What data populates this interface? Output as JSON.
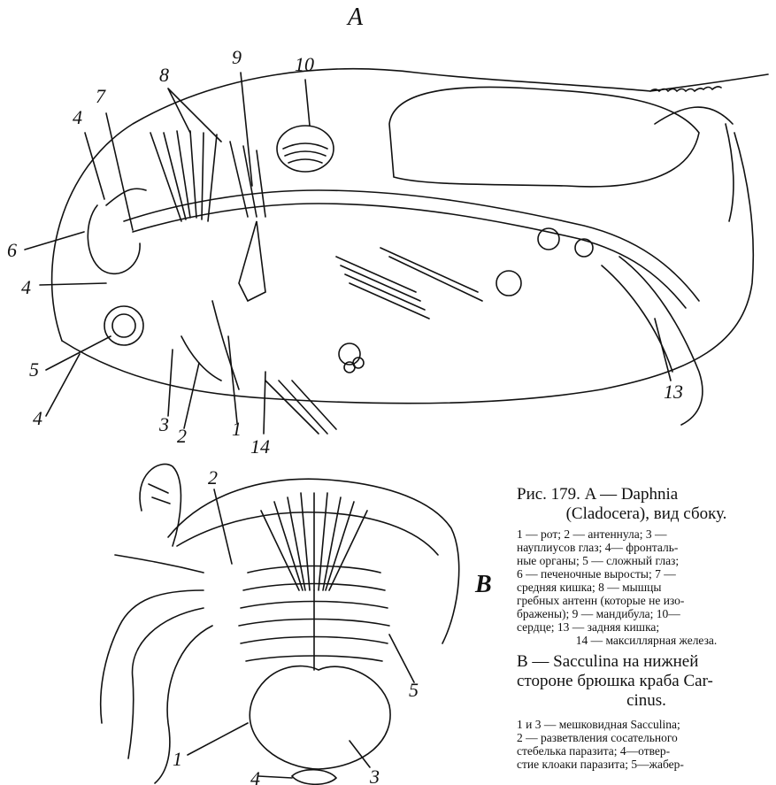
{
  "figure": {
    "panel_a_letter": "A",
    "panel_b_letter": "B",
    "labels_a": [
      "4",
      "7",
      "8",
      "9",
      "10",
      "6",
      "4",
      "5",
      "4",
      "3",
      "2",
      "1",
      "14",
      "13"
    ],
    "labels_b": [
      "2",
      "1",
      "4",
      "3",
      "5"
    ]
  },
  "caption": {
    "line1": "Рис.   179.   A — Daphnia",
    "line2": "(Cladocera), вид сбоку.",
    "legend_a": [
      "1 — рот;  2 — антеннула;  3 —",
      "науплиусов глаз; 4— фронталь-",
      "ные органы; 5 — сложный глаз;",
      "6 — печеночные выросты; 7 —",
      "средняя  кишка;  8 — мышцы",
      "гребных антенн (которые не изо-",
      "бражены); 9 — мандибула; 10—",
      "сердце;  13 — задняя  кишка;",
      "14 — максиллярная железа."
    ],
    "b_line1": "B — Sacculina  на  нижней",
    "b_line2": "стороне брюшка краба Car-",
    "b_line3": "cinus.",
    "legend_b": [
      "1 и 3 — мешковидная Sacculina;",
      "2 — разветвления сосательного",
      "стебелька паразита;  4—отвер-",
      "стие клоаки паразита; 5—жабер-"
    ]
  }
}
